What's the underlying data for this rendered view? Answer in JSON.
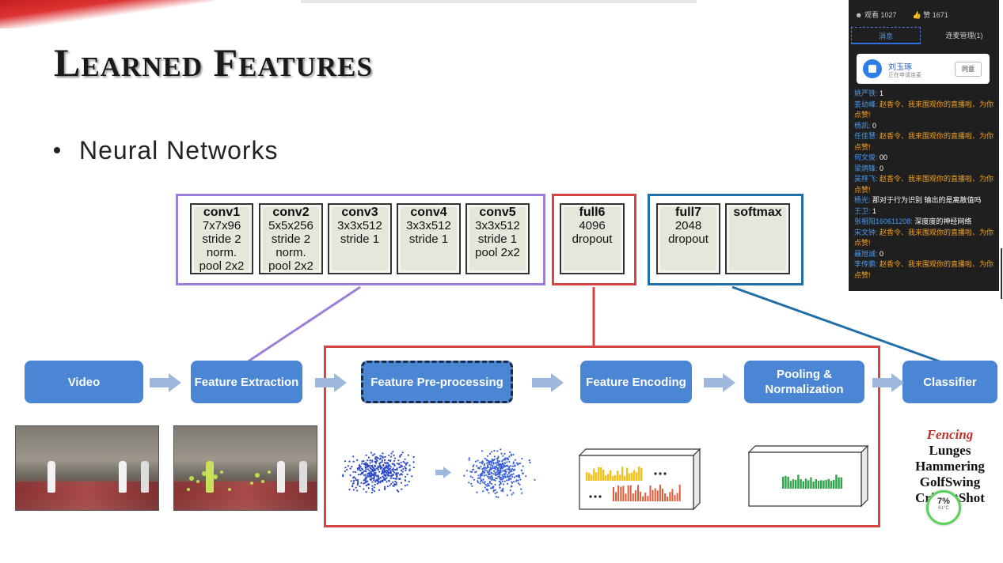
{
  "slide": {
    "title": "Learned Features",
    "bullet": "Neural Networks"
  },
  "network": {
    "layers": [
      {
        "name": "conv1",
        "details": [
          "7x7x96",
          "stride 2",
          "norm.",
          "pool 2x2"
        ]
      },
      {
        "name": "conv2",
        "details": [
          "5x5x256",
          "stride 2",
          "norm.",
          "pool 2x2"
        ]
      },
      {
        "name": "conv3",
        "details": [
          "3x3x512",
          "stride 1"
        ]
      },
      {
        "name": "conv4",
        "details": [
          "3x3x512",
          "stride 1"
        ]
      },
      {
        "name": "conv5",
        "details": [
          "3x3x512",
          "stride 1",
          "pool 2x2"
        ]
      },
      {
        "name": "full6",
        "details": [
          "4096",
          "dropout"
        ]
      },
      {
        "name": "full7",
        "details": [
          "2048",
          "dropout"
        ]
      },
      {
        "name": "softmax",
        "details": []
      }
    ],
    "group_colors": {
      "conv": "#9b7fd6",
      "full6": "#d94343",
      "tail": "#1f6fa8"
    }
  },
  "pipeline": {
    "steps": [
      {
        "label": "Video"
      },
      {
        "label": "Feature Extraction"
      },
      {
        "label": "Feature Pre-processing"
      },
      {
        "label": "Feature Encoding"
      },
      {
        "label": "Pooling & Normalization"
      },
      {
        "label": "Classifier"
      }
    ],
    "box_color": "#4a86d4",
    "highlight_color": "#d94343"
  },
  "classes": [
    "Fencing",
    "Lunges",
    "Hammering",
    "GolfSwing",
    "CricketShot"
  ],
  "sidebar": {
    "viewers_label": "观看 1027",
    "likes_label": "赞 1671",
    "tabs": [
      "消息",
      "连麦管理(1)"
    ],
    "request_card": {
      "name": "刘玉琢",
      "status": "正在申请连麦",
      "action": "同意"
    },
    "messages": [
      {
        "user": "姚严铁:",
        "text": "1",
        "highlight": false
      },
      {
        "user": "姜幼峰:",
        "text": "赵香令、我来围观你的直播啦、为你点赞!",
        "highlight": true
      },
      {
        "user": "杨凯:",
        "text": "0",
        "highlight": false
      },
      {
        "user": "任佳慧:",
        "text": "赵香令、我来围观你的直播啦、为你点赞!",
        "highlight": true
      },
      {
        "user": "何文俊:",
        "text": "00",
        "highlight": false
      },
      {
        "user": "梁炳锋:",
        "text": "0",
        "highlight": false
      },
      {
        "user": "吴梓飞:",
        "text": "赵香令、我来围观你的直播啦、为你点赞!",
        "highlight": true
      },
      {
        "user": "杨光:",
        "text": "那对于行为识别 输出的是离散值吗",
        "highlight": false
      },
      {
        "user": "王卫:",
        "text": "1",
        "highlight": false
      },
      {
        "user": "张祖阳160611208:",
        "text": "深度度的神经网络",
        "highlight": false
      },
      {
        "user": "宋文钟:",
        "text": "赵香令、我来围观你的直播啦、为你点赞!",
        "highlight": true
      },
      {
        "user": "聂旭诚:",
        "text": "0",
        "highlight": false
      },
      {
        "user": "李传鹏:",
        "text": "赵香令、我来围观你的直播啦、为你点赞!",
        "highlight": true
      }
    ]
  },
  "system": {
    "cpu_percent": "7%",
    "temperature": "61°C"
  }
}
